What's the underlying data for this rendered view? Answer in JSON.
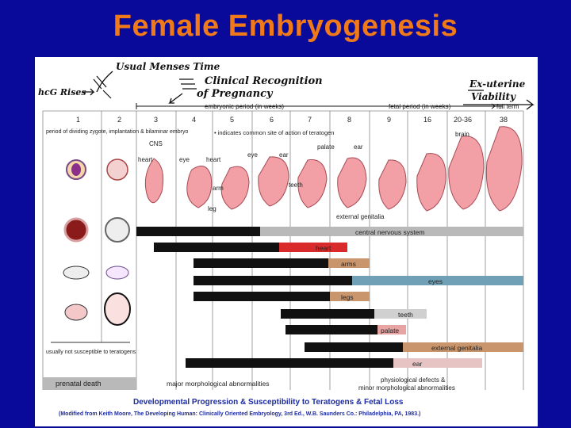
{
  "slide": {
    "title": "Female Embryogenesis"
  },
  "handwritten": {
    "hcg": "hcG Rises",
    "menses": "Usual Menses Time",
    "clinical_1": "Clinical Recognition",
    "clinical_2": "of Pregnancy",
    "viability_1": "Ex-uterine",
    "viability_2": "Viability"
  },
  "periods": {
    "embryonic": "embryonic period (in weeks)",
    "fetal": "fetal period (in weeks)",
    "full_term": "full term"
  },
  "weeks": [
    "1",
    "2",
    "3",
    "4",
    "5",
    "6",
    "7",
    "8",
    "9",
    "16",
    "20-36",
    "38"
  ],
  "notes": {
    "early": "period of dividing zygote, implantation & bilaminar embryo",
    "teratogen": "• indicates common site of action of teratogen",
    "not_susceptible": "usually not susceptible to teratogens"
  },
  "organ_labels": {
    "cns": "CNS",
    "heart3": "heart",
    "eye4": "eye",
    "heart5": "heart",
    "arm": "arm",
    "leg": "leg",
    "eye6": "eye",
    "ear7": "ear",
    "teeth": "teeth",
    "palate": "palate",
    "ear8": "ear",
    "brain": "brain",
    "ext_genitalia": "external genitalia"
  },
  "bars": [
    {
      "label": "central nervous system",
      "color": "#b9b9b9"
    },
    {
      "label": "heart",
      "color": "#d92b2b"
    },
    {
      "label": "arms",
      "color": "#c9956c"
    },
    {
      "label": "eyes",
      "color": "#6fa0b6"
    },
    {
      "label": "legs",
      "color": "#c9956c"
    },
    {
      "label": "teeth",
      "color": "#d0d0d0"
    },
    {
      "label": "palate",
      "color": "#e8a3a3"
    },
    {
      "label": "external genitalia",
      "color": "#c9956c"
    },
    {
      "label": "ear",
      "color": "#e6c4c4"
    }
  ],
  "footer": {
    "prenatal_death": "prenatal death",
    "major": "major morphological abnormalities",
    "minor_1": "physiological defects &",
    "minor_2": "minor morphological abnormalities",
    "caption": "Developmental Progression & Susceptibility to Teratogens & Fetal Loss",
    "source": "(Modified from Keith Moore, The Developing Human: Clinically Oriented Embryology, 3rd Ed., W.B. Saunders Co.: Philadelphia, PA, 1983.)"
  },
  "colors": {
    "slide_bg": "#0a0a9a",
    "title": "#f07a1a",
    "caption": "#1d2ca0",
    "embryo": "#f2a0a6"
  }
}
